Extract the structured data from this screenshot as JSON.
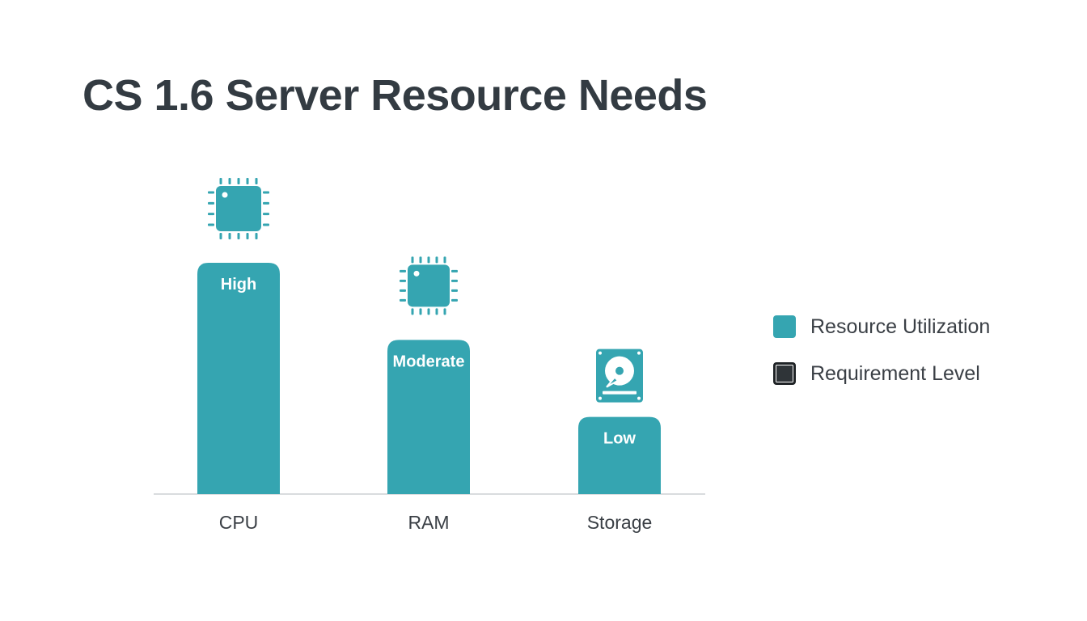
{
  "colors": {
    "bar": "#35a5b1",
    "title": "#333b42",
    "axis": "#d9dcde",
    "bar_label": "#ffffff",
    "tick_label": "#3a3f45",
    "icon": "#35a5b1",
    "legend_dark": "#2f3438"
  },
  "chart_data": {
    "type": "bar",
    "title": "CS 1.6 Server Resource Needs",
    "categories": [
      "CPU",
      "RAM",
      "Storage"
    ],
    "values": [
      3,
      2,
      1
    ],
    "data_labels": [
      "High",
      "Moderate",
      "Low"
    ],
    "icons": [
      "cpu-chip-icon",
      "memory-chip-icon",
      "hard-drive-icon"
    ],
    "ylim": [
      0,
      3
    ],
    "grid": false,
    "legend_position": "right",
    "legend": [
      {
        "name": "Resource Utilization",
        "color": "#35a5b1",
        "style": "filled"
      },
      {
        "name": "Requirement Level",
        "color": "#2f3438",
        "style": "outlined"
      }
    ]
  }
}
